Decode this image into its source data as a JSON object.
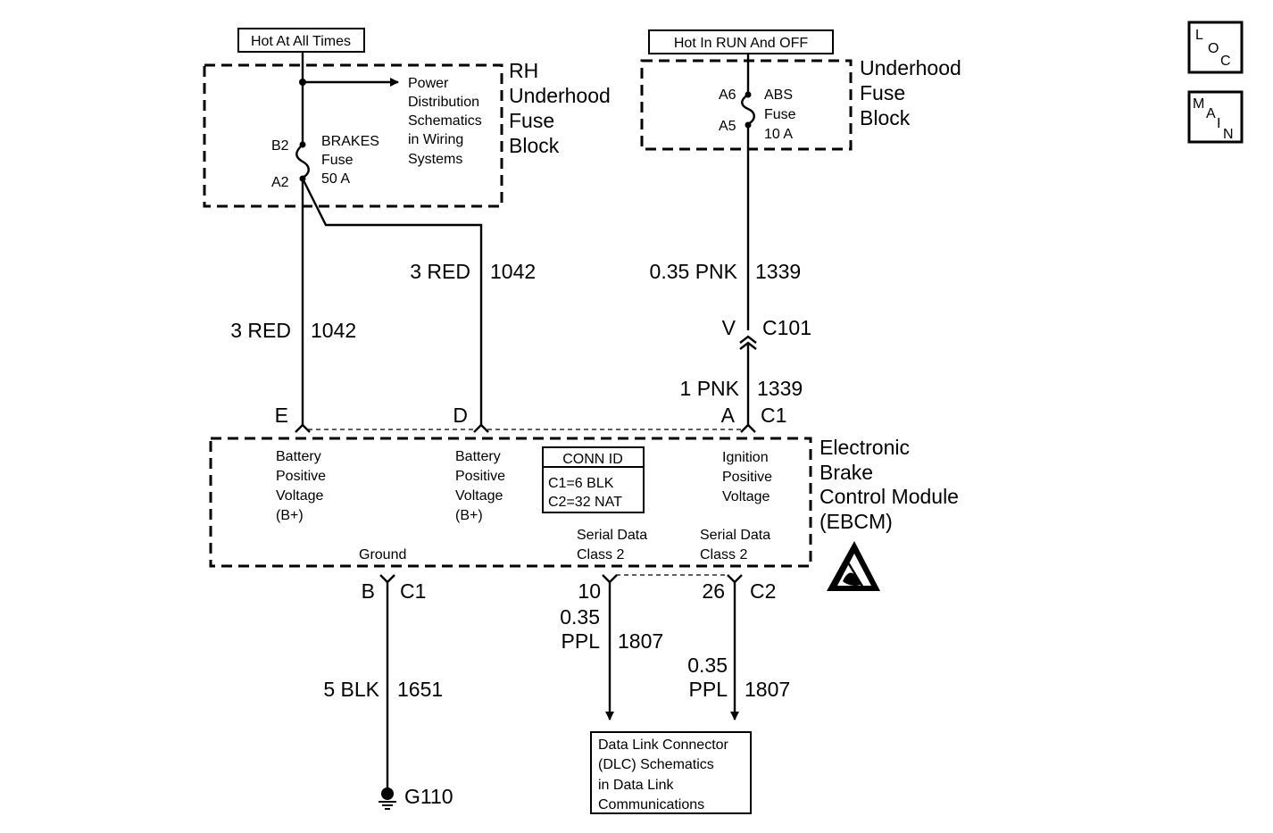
{
  "power": {
    "hot_all_times": "Hot At All Times",
    "hot_run_off": "Hot In RUN And OFF"
  },
  "rh_fuse_block": {
    "label": [
      "RH",
      "Underhood",
      "Fuse",
      "Block"
    ],
    "pin_top": "B2",
    "pin_bottom": "A2",
    "fuse_label": [
      "BRAKES",
      "Fuse",
      "50 A"
    ],
    "power_dist_ref": [
      "Power",
      "Distribution",
      "Schematics",
      "in Wiring",
      "Systems"
    ]
  },
  "underhood_fuse_block": {
    "label": [
      "Underhood",
      "Fuse",
      "Block"
    ],
    "pin_top": "A6",
    "pin_bottom": "A5",
    "fuse_label": [
      "ABS",
      "Fuse",
      "10 A"
    ]
  },
  "wires": {
    "w_left": {
      "size_color": "3 RED",
      "circuit": "1042"
    },
    "w_mid": {
      "size_color": "3 RED",
      "circuit": "1042"
    },
    "w_ign_upper": {
      "size_color": "0.35 PNK",
      "circuit": "1339"
    },
    "w_ign_lower": {
      "size_color": "1 PNK",
      "circuit": "1339"
    },
    "w_ground": {
      "size_color": "5 BLK",
      "circuit": "1651"
    },
    "w_serial_1": {
      "size": "0.35",
      "color": "PPL",
      "circuit": "1807"
    },
    "w_serial_2": {
      "size": "0.35",
      "color": "PPL",
      "circuit": "1807"
    }
  },
  "c101": {
    "pin": "V",
    "name": "C101"
  },
  "ebcm": {
    "label": [
      "Electronic",
      "Brake",
      "Control Module",
      "(EBCM)"
    ],
    "c1_name": "C1",
    "c2_name": "C2",
    "pin_e": "E",
    "pin_d": "D",
    "pin_a": "A",
    "pin_b": "B",
    "pin_10": "10",
    "pin_26": "26",
    "battery_1": [
      "Battery",
      "Positive",
      "Voltage",
      "(B+)"
    ],
    "battery_2": [
      "Battery",
      "Positive",
      "Voltage",
      "(B+)"
    ],
    "ignition": [
      "Ignition",
      "Positive",
      "Voltage"
    ],
    "ground": "Ground",
    "serial_1": [
      "Serial Data",
      "Class 2"
    ],
    "serial_2": [
      "Serial Data",
      "Class 2"
    ],
    "conn_id": {
      "title": "CONN ID",
      "c1": "C1=6 BLK",
      "c2": "C2=32 NAT"
    }
  },
  "ground_point": "G110",
  "dlc_ref": [
    "Data Link Connector",
    "(DLC) Schematics",
    "in Data Link",
    "Communications"
  ],
  "nav": {
    "loc": [
      "L",
      "O",
      "C"
    ],
    "main": [
      "M",
      "A",
      "I",
      "N"
    ]
  }
}
